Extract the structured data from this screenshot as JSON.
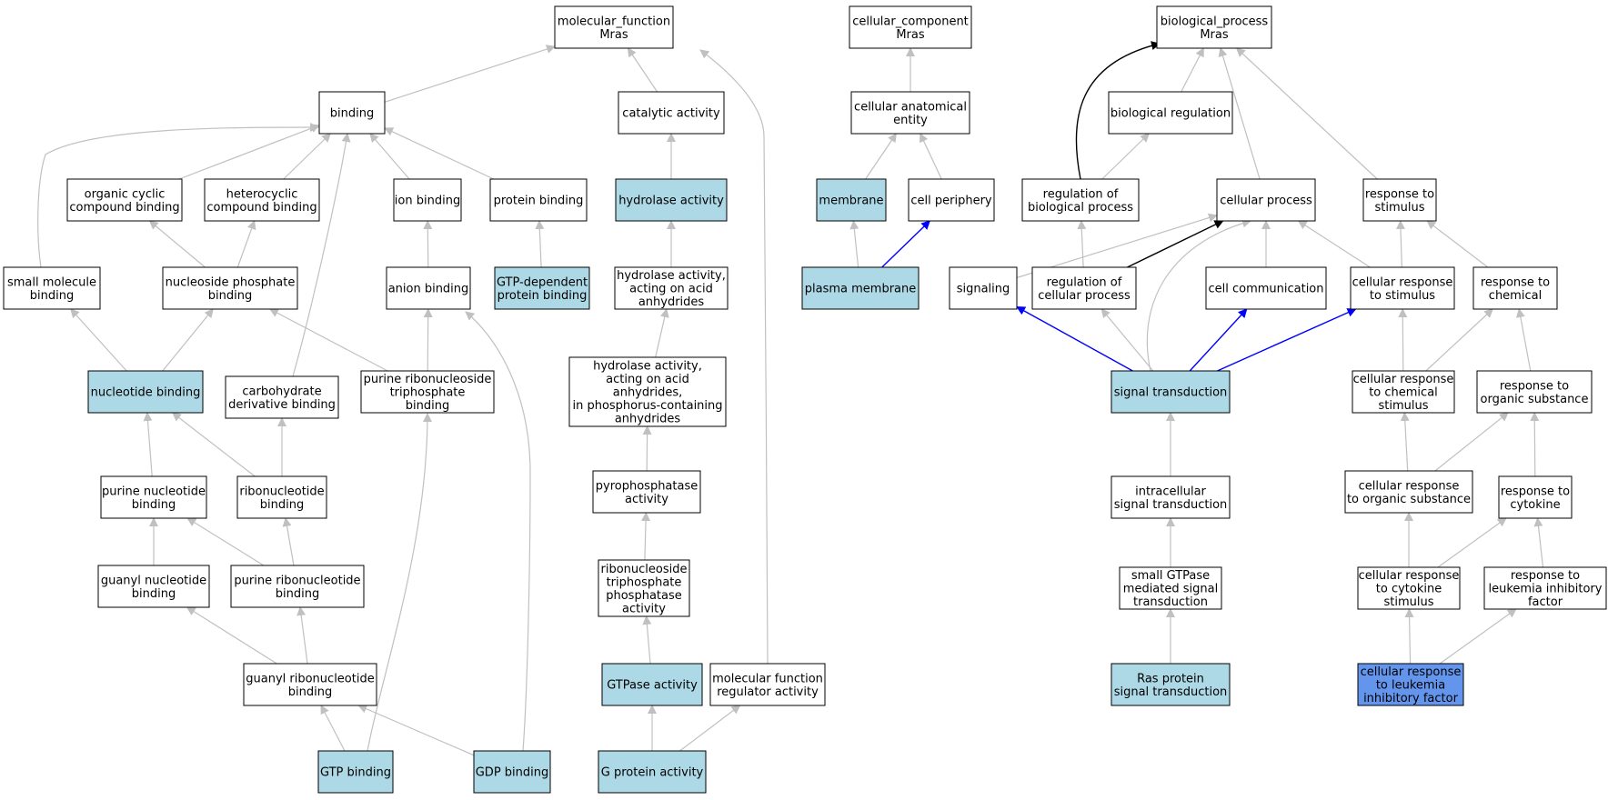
{
  "colors": {
    "node_fill_default": "#ffffff",
    "node_fill_highlight": "#add8e6",
    "node_fill_focus": "#6495ed",
    "node_stroke": "#000000",
    "edge_default": "#c0c0c0",
    "edge_blue": "#0000ff",
    "edge_black": "#000000"
  },
  "nodes": [
    {
      "id": "mf",
      "lines": [
        "molecular_function",
        "Mras"
      ],
      "style": "default"
    },
    {
      "id": "cc",
      "lines": [
        "cellular_component",
        "Mras"
      ],
      "style": "default"
    },
    {
      "id": "bp",
      "lines": [
        "biological_process",
        "Mras"
      ],
      "style": "default"
    },
    {
      "id": "binding",
      "lines": [
        "binding"
      ],
      "style": "default"
    },
    {
      "id": "catalytic",
      "lines": [
        "catalytic activity"
      ],
      "style": "default"
    },
    {
      "id": "cae",
      "lines": [
        "cellular anatomical",
        "entity"
      ],
      "style": "default"
    },
    {
      "id": "bioreg",
      "lines": [
        "biological regulation"
      ],
      "style": "default"
    },
    {
      "id": "ocb",
      "lines": [
        "organic cyclic",
        "compound binding"
      ],
      "style": "default"
    },
    {
      "id": "hcb",
      "lines": [
        "heterocyclic",
        "compound binding"
      ],
      "style": "default"
    },
    {
      "id": "ionb",
      "lines": [
        "ion binding"
      ],
      "style": "default"
    },
    {
      "id": "protb",
      "lines": [
        "protein binding"
      ],
      "style": "default"
    },
    {
      "id": "hydro",
      "lines": [
        "hydrolase activity"
      ],
      "style": "highlight"
    },
    {
      "id": "membrane",
      "lines": [
        "membrane"
      ],
      "style": "highlight"
    },
    {
      "id": "cellper",
      "lines": [
        "cell periphery"
      ],
      "style": "default"
    },
    {
      "id": "regbp",
      "lines": [
        "regulation of",
        "biological process"
      ],
      "style": "default"
    },
    {
      "id": "cellproc",
      "lines": [
        "cellular process"
      ],
      "style": "default"
    },
    {
      "id": "respstim",
      "lines": [
        "response to",
        "stimulus"
      ],
      "style": "default"
    },
    {
      "id": "smb",
      "lines": [
        "small molecule",
        "binding"
      ],
      "style": "default"
    },
    {
      "id": "npb",
      "lines": [
        "nucleoside phosphate",
        "binding"
      ],
      "style": "default"
    },
    {
      "id": "anionb",
      "lines": [
        "anion binding"
      ],
      "style": "default"
    },
    {
      "id": "gtpdep",
      "lines": [
        "GTP-dependent",
        "protein binding"
      ],
      "style": "highlight"
    },
    {
      "id": "hydroacid",
      "lines": [
        "hydrolase activity,",
        "acting on acid",
        "anhydrides"
      ],
      "style": "default"
    },
    {
      "id": "plasma",
      "lines": [
        "plasma membrane"
      ],
      "style": "highlight"
    },
    {
      "id": "signaling",
      "lines": [
        "signaling"
      ],
      "style": "default"
    },
    {
      "id": "regcp",
      "lines": [
        "regulation of",
        "cellular process"
      ],
      "style": "default"
    },
    {
      "id": "cellcomm",
      "lines": [
        "cell communication"
      ],
      "style": "default"
    },
    {
      "id": "crstim",
      "lines": [
        "cellular response",
        "to stimulus"
      ],
      "style": "default"
    },
    {
      "id": "rchem",
      "lines": [
        "response to",
        "chemical"
      ],
      "style": "default"
    },
    {
      "id": "nucb",
      "lines": [
        "nucleotide binding"
      ],
      "style": "highlight"
    },
    {
      "id": "carbb",
      "lines": [
        "carbohydrate",
        "derivative binding"
      ],
      "style": "default"
    },
    {
      "id": "prntb",
      "lines": [
        "purine ribonucleoside",
        "triphosphate",
        "binding"
      ],
      "style": "default"
    },
    {
      "id": "hydrophos",
      "lines": [
        "hydrolase activity,",
        "acting on acid",
        "anhydrides,",
        "in phosphorus-containing",
        "anhydrides"
      ],
      "style": "default"
    },
    {
      "id": "sigtrans",
      "lines": [
        "signal transduction"
      ],
      "style": "highlight"
    },
    {
      "id": "crchem",
      "lines": [
        "cellular response",
        "to chemical",
        "stimulus"
      ],
      "style": "default"
    },
    {
      "id": "rorg",
      "lines": [
        "response to",
        "organic substance"
      ],
      "style": "default"
    },
    {
      "id": "purnb",
      "lines": [
        "purine nucleotide",
        "binding"
      ],
      "style": "default"
    },
    {
      "id": "ribonb",
      "lines": [
        "ribonucleotide",
        "binding"
      ],
      "style": "default"
    },
    {
      "id": "pyro",
      "lines": [
        "pyrophosphatase",
        "activity"
      ],
      "style": "default"
    },
    {
      "id": "intrasig",
      "lines": [
        "intracellular",
        "signal transduction"
      ],
      "style": "default"
    },
    {
      "id": "crorg",
      "lines": [
        "cellular response",
        "to organic substance"
      ],
      "style": "default"
    },
    {
      "id": "rcyto",
      "lines": [
        "response to",
        "cytokine"
      ],
      "style": "default"
    },
    {
      "id": "guanb",
      "lines": [
        "guanyl nucleotide",
        "binding"
      ],
      "style": "default"
    },
    {
      "id": "purribb",
      "lines": [
        "purine ribonucleotide",
        "binding"
      ],
      "style": "default"
    },
    {
      "id": "ribotp",
      "lines": [
        "ribonucleoside",
        "triphosphate",
        "phosphatase",
        "activity"
      ],
      "style": "default"
    },
    {
      "id": "smallgtp",
      "lines": [
        "small GTPase",
        "mediated signal",
        "transduction"
      ],
      "style": "default"
    },
    {
      "id": "crcyto",
      "lines": [
        "cellular response",
        "to cytokine",
        "stimulus"
      ],
      "style": "default"
    },
    {
      "id": "rlif",
      "lines": [
        "response to",
        "leukemia inhibitory",
        "factor"
      ],
      "style": "default"
    },
    {
      "id": "guanribb",
      "lines": [
        "guanyl ribonucleotide",
        "binding"
      ],
      "style": "default"
    },
    {
      "id": "gtpase",
      "lines": [
        "GTPase activity"
      ],
      "style": "highlight"
    },
    {
      "id": "mfreg",
      "lines": [
        "molecular function",
        "regulator activity"
      ],
      "style": "default"
    },
    {
      "id": "ras",
      "lines": [
        "Ras protein",
        "signal transduction"
      ],
      "style": "highlight"
    },
    {
      "id": "crlif",
      "lines": [
        "cellular response",
        "to leukemia",
        "inhibitory factor"
      ],
      "style": "focus"
    },
    {
      "id": "gtpb",
      "lines": [
        "GTP binding"
      ],
      "style": "highlight"
    },
    {
      "id": "gdpb",
      "lines": [
        "GDP binding"
      ],
      "style": "highlight"
    },
    {
      "id": "gprot",
      "lines": [
        "G protein activity"
      ],
      "style": "highlight"
    }
  ],
  "edges": [
    {
      "from": "binding",
      "to": "mf",
      "color": "gray"
    },
    {
      "from": "catalytic",
      "to": "mf",
      "color": "gray"
    },
    {
      "from": "mfreg",
      "to": "mf",
      "color": "gray"
    },
    {
      "from": "cae",
      "to": "cc",
      "color": "gray"
    },
    {
      "from": "bioreg",
      "to": "bp",
      "color": "gray"
    },
    {
      "from": "cellproc",
      "to": "bp",
      "color": "gray"
    },
    {
      "from": "respstim",
      "to": "bp",
      "color": "gray"
    },
    {
      "from": "regbp",
      "to": "bp",
      "color": "black"
    },
    {
      "from": "ocb",
      "to": "binding",
      "color": "gray"
    },
    {
      "from": "hcb",
      "to": "binding",
      "color": "gray"
    },
    {
      "from": "ionb",
      "to": "binding",
      "color": "gray"
    },
    {
      "from": "protb",
      "to": "binding",
      "color": "gray"
    },
    {
      "from": "smb",
      "to": "binding",
      "color": "gray"
    },
    {
      "from": "carbb",
      "to": "binding",
      "color": "gray"
    },
    {
      "from": "hydro",
      "to": "catalytic",
      "color": "gray"
    },
    {
      "from": "membrane",
      "to": "cae",
      "color": "gray"
    },
    {
      "from": "cellper",
      "to": "cae",
      "color": "gray"
    },
    {
      "from": "regbp",
      "to": "bioreg",
      "color": "gray"
    },
    {
      "from": "npb",
      "to": "ocb",
      "color": "gray"
    },
    {
      "from": "npb",
      "to": "hcb",
      "color": "gray"
    },
    {
      "from": "anionb",
      "to": "ionb",
      "color": "gray"
    },
    {
      "from": "gtpdep",
      "to": "protb",
      "color": "gray"
    },
    {
      "from": "hydroacid",
      "to": "hydro",
      "color": "gray"
    },
    {
      "from": "plasma",
      "to": "membrane",
      "color": "gray"
    },
    {
      "from": "plasma",
      "to": "cellper",
      "color": "blue"
    },
    {
      "from": "signaling",
      "to": "cellproc",
      "color": "gray"
    },
    {
      "from": "regcp",
      "to": "regbp",
      "color": "gray"
    },
    {
      "from": "regcp",
      "to": "cellproc",
      "color": "black"
    },
    {
      "from": "cellcomm",
      "to": "cellproc",
      "color": "gray"
    },
    {
      "from": "crstim",
      "to": "cellproc",
      "color": "gray"
    },
    {
      "from": "crstim",
      "to": "respstim",
      "color": "gray"
    },
    {
      "from": "rchem",
      "to": "respstim",
      "color": "gray"
    },
    {
      "from": "nucb",
      "to": "smb",
      "color": "gray"
    },
    {
      "from": "nucb",
      "to": "npb",
      "color": "gray"
    },
    {
      "from": "prntb",
      "to": "npb",
      "color": "gray"
    },
    {
      "from": "prntb",
      "to": "anionb",
      "color": "gray"
    },
    {
      "from": "hydrophos",
      "to": "hydroacid",
      "color": "gray"
    },
    {
      "from": "sigtrans",
      "to": "signaling",
      "color": "blue"
    },
    {
      "from": "sigtrans",
      "to": "regcp",
      "color": "gray"
    },
    {
      "from": "sigtrans",
      "to": "cellcomm",
      "color": "blue"
    },
    {
      "from": "sigtrans",
      "to": "crstim",
      "color": "blue"
    },
    {
      "from": "sigtrans",
      "to": "cellproc",
      "color": "gray"
    },
    {
      "from": "crchem",
      "to": "crstim",
      "color": "gray"
    },
    {
      "from": "crchem",
      "to": "rchem",
      "color": "gray"
    },
    {
      "from": "rorg",
      "to": "rchem",
      "color": "gray"
    },
    {
      "from": "purnb",
      "to": "nucb",
      "color": "gray"
    },
    {
      "from": "ribonb",
      "to": "nucb",
      "color": "gray"
    },
    {
      "from": "ribonb",
      "to": "carbb",
      "color": "gray"
    },
    {
      "from": "pyro",
      "to": "hydrophos",
      "color": "gray"
    },
    {
      "from": "intrasig",
      "to": "sigtrans",
      "color": "gray"
    },
    {
      "from": "crorg",
      "to": "crchem",
      "color": "gray"
    },
    {
      "from": "crorg",
      "to": "rorg",
      "color": "gray"
    },
    {
      "from": "rcyto",
      "to": "rorg",
      "color": "gray"
    },
    {
      "from": "guanb",
      "to": "purnb",
      "color": "gray"
    },
    {
      "from": "purribb",
      "to": "purnb",
      "color": "gray"
    },
    {
      "from": "purribb",
      "to": "ribonb",
      "color": "gray"
    },
    {
      "from": "ribotp",
      "to": "pyro",
      "color": "gray"
    },
    {
      "from": "smallgtp",
      "to": "intrasig",
      "color": "gray"
    },
    {
      "from": "crcyto",
      "to": "crorg",
      "color": "gray"
    },
    {
      "from": "crcyto",
      "to": "rcyto",
      "color": "gray"
    },
    {
      "from": "rlif",
      "to": "rcyto",
      "color": "gray"
    },
    {
      "from": "guanribb",
      "to": "guanb",
      "color": "gray"
    },
    {
      "from": "guanribb",
      "to": "purribb",
      "color": "gray"
    },
    {
      "from": "gtpase",
      "to": "ribotp",
      "color": "gray"
    },
    {
      "from": "ras",
      "to": "smallgtp",
      "color": "gray"
    },
    {
      "from": "crlif",
      "to": "crcyto",
      "color": "gray"
    },
    {
      "from": "crlif",
      "to": "rlif",
      "color": "gray"
    },
    {
      "from": "gtpb",
      "to": "guanribb",
      "color": "gray"
    },
    {
      "from": "gtpb",
      "to": "prntb",
      "color": "gray"
    },
    {
      "from": "gdpb",
      "to": "guanribb",
      "color": "gray"
    },
    {
      "from": "gdpb",
      "to": "anionb",
      "color": "gray"
    },
    {
      "from": "gprot",
      "to": "gtpase",
      "color": "gray"
    },
    {
      "from": "gprot",
      "to": "mfreg",
      "color": "gray"
    }
  ]
}
